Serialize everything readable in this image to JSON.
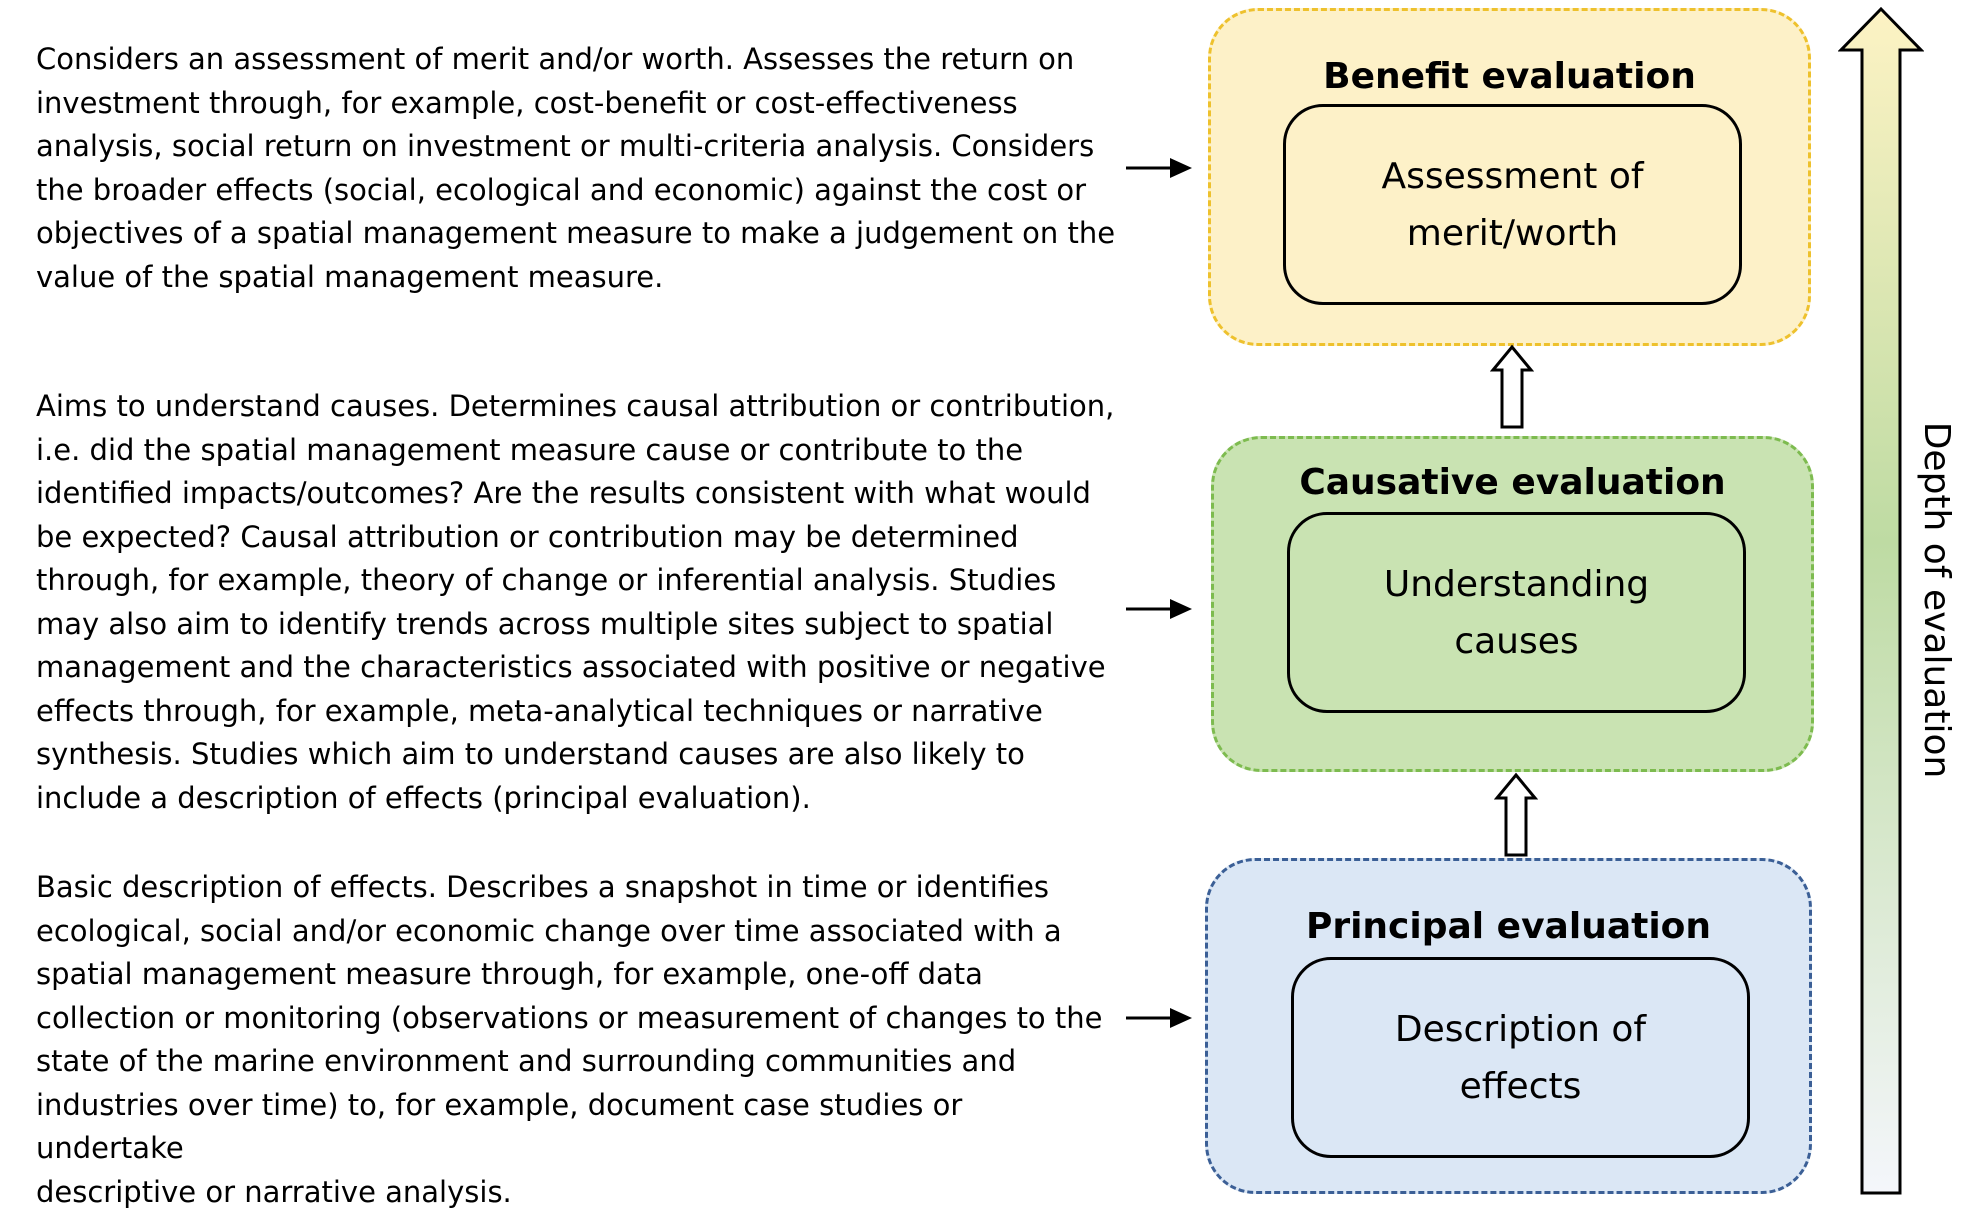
{
  "descriptions": {
    "benefit": "Considers an assessment of merit and/or worth. Assesses the return on\ninvestment through, for example, cost-benefit or cost-effectiveness\nanalysis, social return on investment or multi-criteria analysis. Considers\nthe broader effects (social, ecological and economic) against the cost or\nobjectives of a spatial management measure to make a judgement on the\nvalue of the spatial management measure.",
    "causative": "Aims to understand causes. Determines causal attribution or contribution,\ni.e. did the spatial management measure cause or contribute to the\nidentified impacts/outcomes? Are the results consistent with what would\nbe expected? Causal attribution or contribution may be determined\nthrough, for example, theory of change or inferential analysis. Studies\nmay also aim to identify trends across multiple sites subject to spatial\nmanagement and the characteristics associated with positive or negative\neffects through, for example, meta-analytical techniques or narrative\nsynthesis. Studies which aim to understand causes are also likely to\ninclude a description of effects (principal evaluation).",
    "principal": "Basic description of effects. Describes a snapshot in time or identifies\necological, social and/or economic change over time associated with a\nspatial management measure through, for example, one-off data\ncollection or monitoring (observations or measurement of changes to the\nstate of the marine environment and surrounding communities and\nindustries over time) to, for example, document case studies or undertake\ndescriptive or narrative analysis."
  },
  "panels": {
    "benefit": {
      "title": "Benefit evaluation",
      "inner": "Assessment of\nmerit/worth",
      "fill": "#fdf1c8",
      "border": "#eec12d"
    },
    "causative": {
      "title": "Causative evaluation",
      "inner": "Understanding\ncauses",
      "fill": "#c9e3b2",
      "border": "#7dbb4f"
    },
    "principal": {
      "title": "Principal evaluation",
      "inner": "Description of\neffects",
      "fill": "#dbe7f5",
      "border": "#3b5f96"
    }
  },
  "depth_axis": {
    "label": "Depth of evaluation",
    "gradient_top": "#fdf3c4",
    "gradient_mid": "#bedba3",
    "gradient_bottom": "#f4f6fb"
  },
  "icons": {
    "side_arrow": "right-arrow-icon",
    "level_arrow": "up-block-arrow-icon",
    "depth_arrow": "up-block-arrow-icon"
  }
}
